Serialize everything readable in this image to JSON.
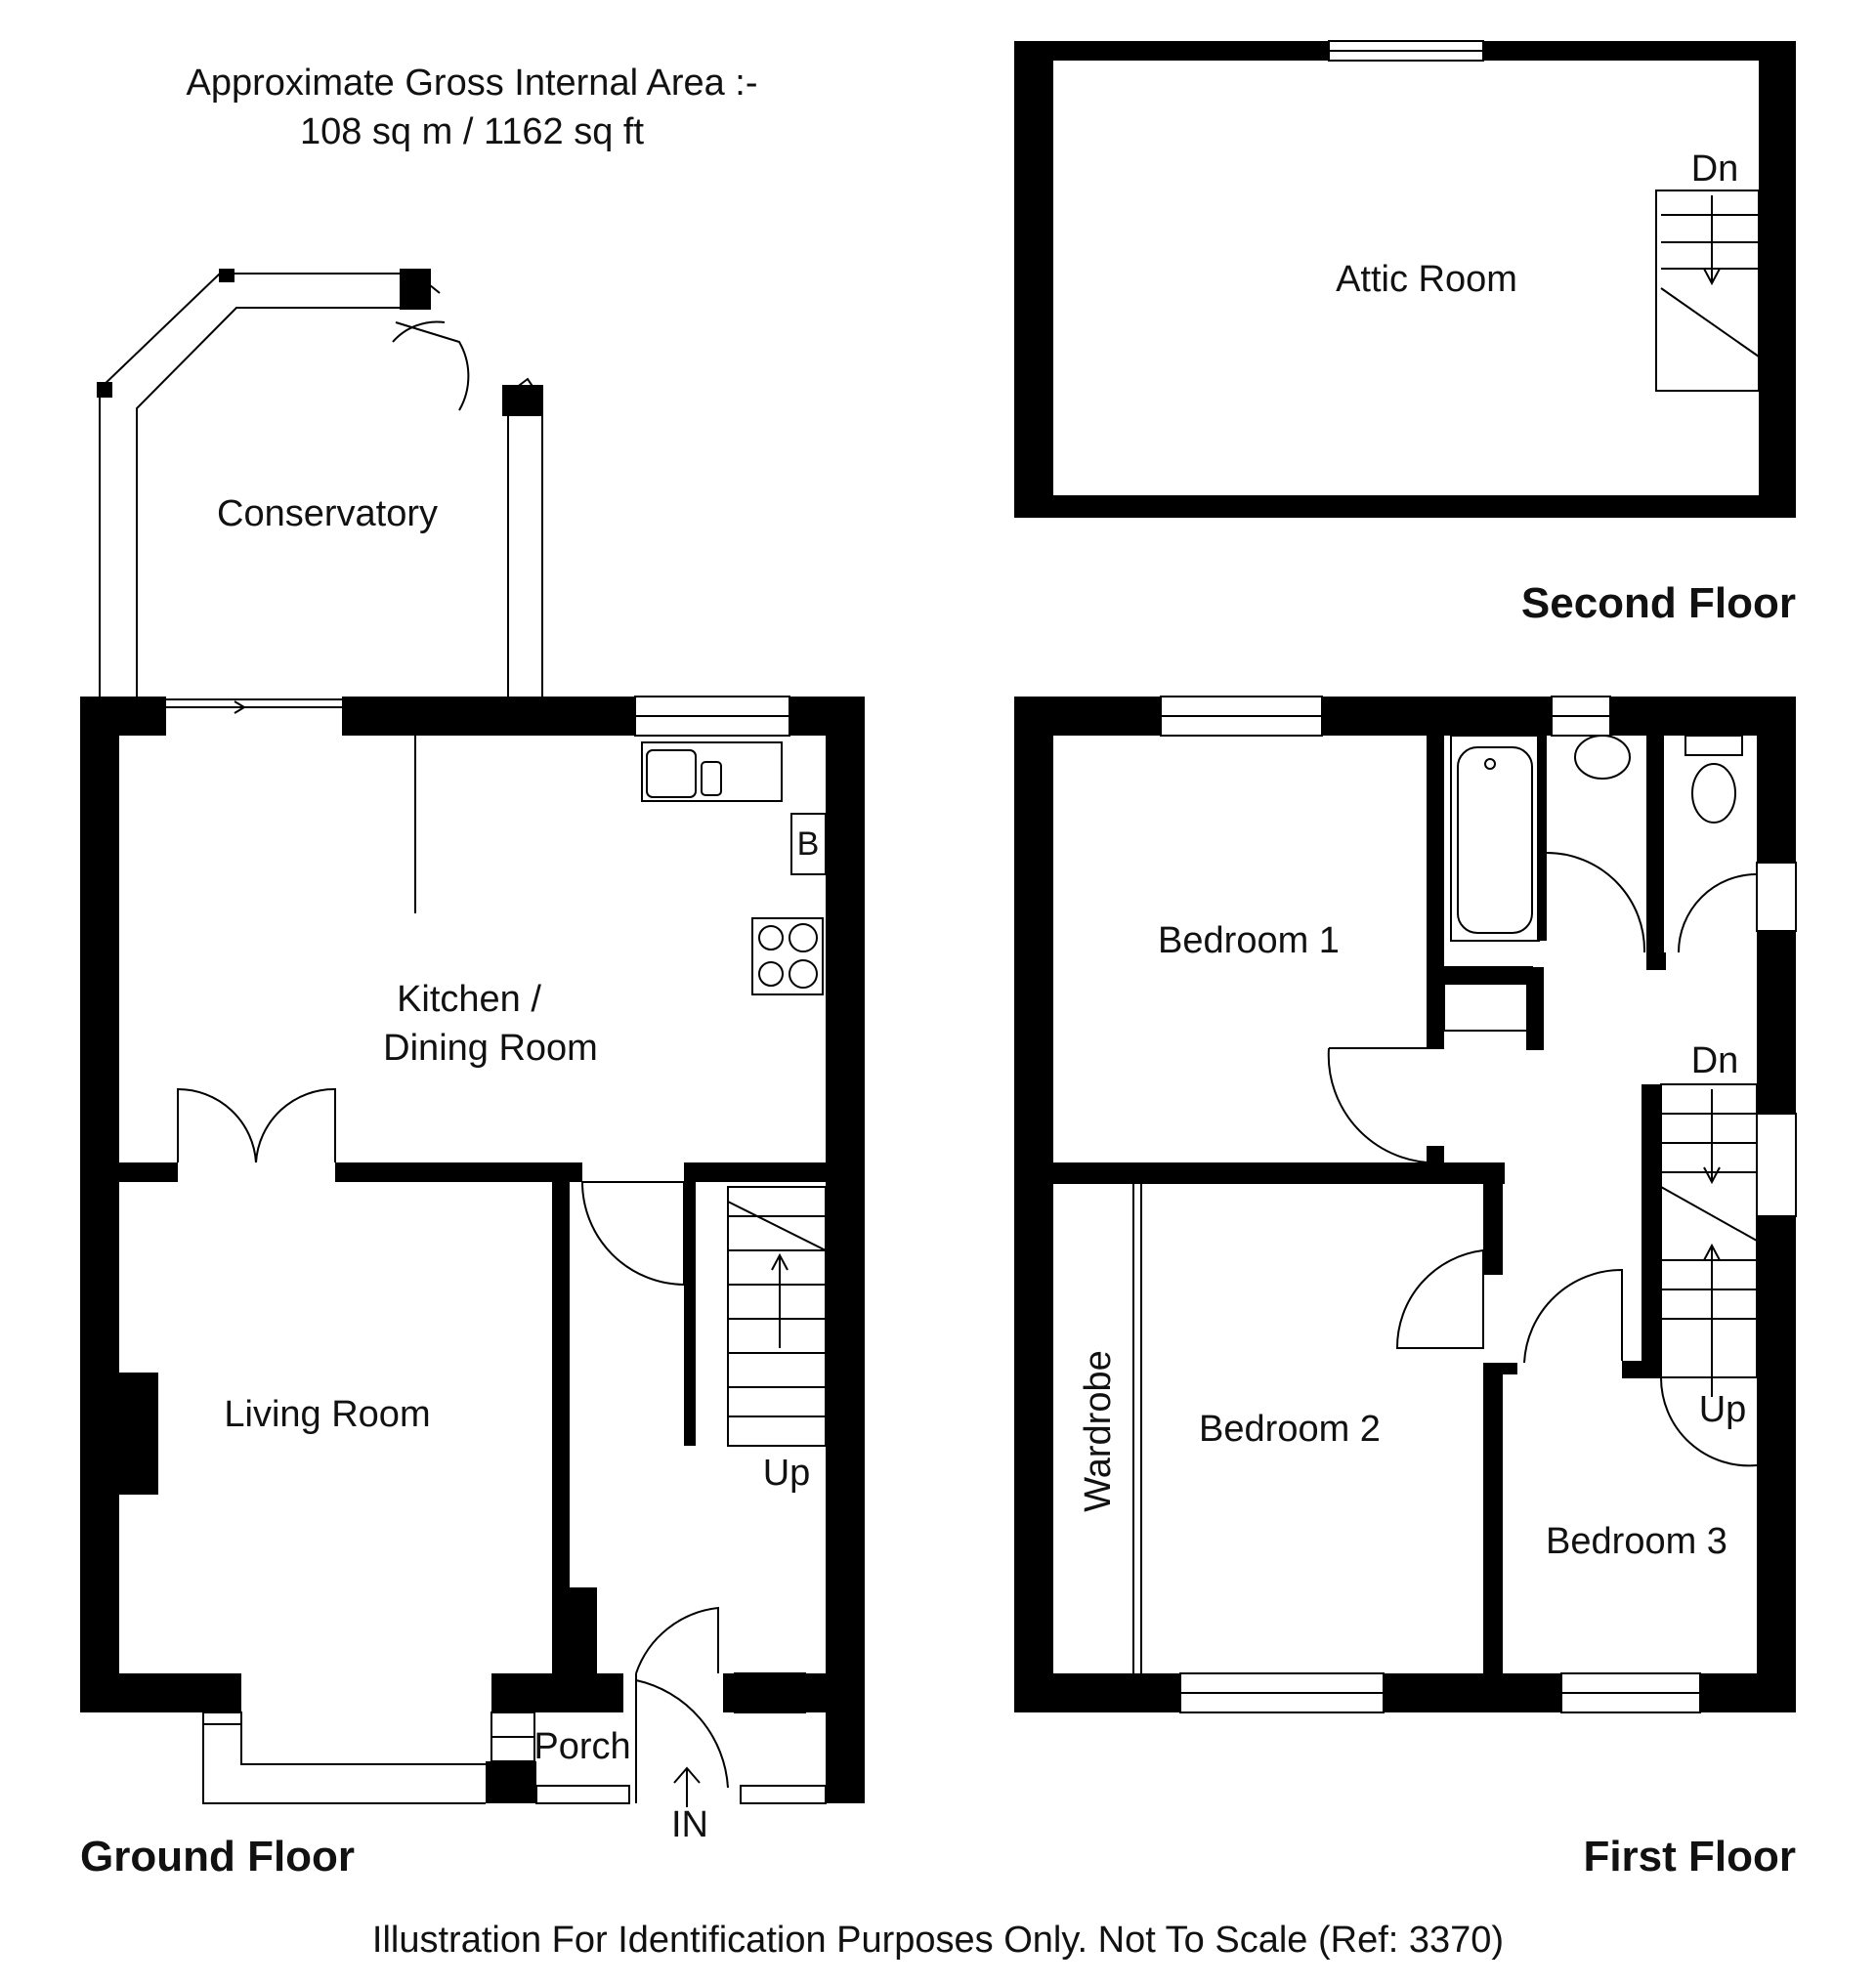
{
  "header": {
    "area_title": "Approximate Gross Internal Area :-",
    "area_value": "108 sq m / 1162 sq ft"
  },
  "floors": {
    "ground": "Ground Floor",
    "first": "First Floor",
    "second": "Second Floor"
  },
  "rooms": {
    "conservatory": "Conservatory",
    "kitchen_line1": "Kitchen /",
    "kitchen_line2": "Dining Room",
    "living": "Living Room",
    "porch": "Porch",
    "attic": "Attic Room",
    "bedroom1": "Bedroom 1",
    "bedroom2": "Bedroom 2",
    "bedroom3": "Bedroom 3",
    "wardrobe": "Wardrobe"
  },
  "markers": {
    "up_ground": "Up",
    "in": "IN",
    "boiler": "B",
    "dn_attic": "Dn",
    "dn_first": "Dn",
    "up_first": "Up"
  },
  "footer": "Illustration For Identification Purposes Only. Not To Scale (Ref: 3370)",
  "colors": {
    "wall": "#000000",
    "line": "#000000",
    "background": "#ffffff"
  }
}
